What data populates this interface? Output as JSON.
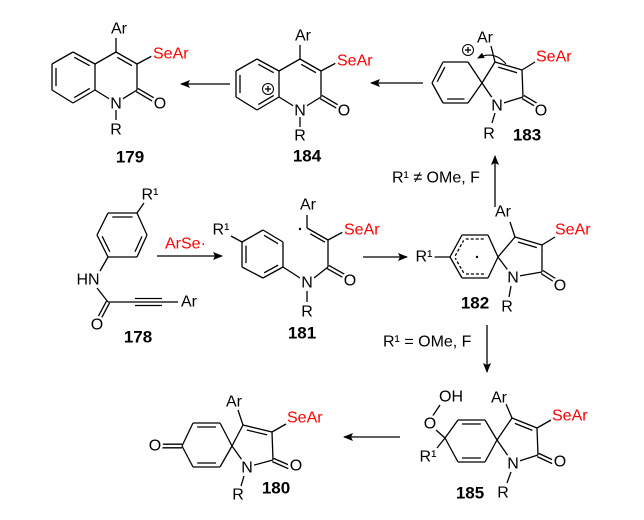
{
  "conditions": {
    "reagent": "ArSe·",
    "path_up": "R¹ ≠ OMe, F",
    "path_down": "R¹ = OMe, F"
  },
  "compounds": {
    "c178": {
      "number": "178",
      "r1": "R¹",
      "hn": "HN",
      "o": "O",
      "ar": "Ar"
    },
    "c181": {
      "number": "181",
      "r1": "R¹",
      "ar": "Ar",
      "sear": "SeAr",
      "n": "N",
      "o": "O",
      "r": "R"
    },
    "c182": {
      "number": "182",
      "r1": "R¹",
      "ar": "Ar",
      "sear": "SeAr",
      "n": "N",
      "o": "O",
      "r": "R"
    },
    "c183": {
      "number": "183",
      "ar": "Ar",
      "sear": "SeAr",
      "n": "N",
      "o": "O",
      "r": "R"
    },
    "c184": {
      "number": "184",
      "ar": "Ar",
      "sear": "SeAr",
      "n": "N",
      "o": "O",
      "r": "R"
    },
    "c179": {
      "number": "179",
      "ar": "Ar",
      "sear": "SeAr",
      "n": "N",
      "o": "O",
      "r": "R"
    },
    "c185": {
      "number": "185",
      "oh": "OH",
      "o_peroxide": "O",
      "r1": "R¹",
      "ar": "Ar",
      "sear": "SeAr",
      "n": "N",
      "o": "O",
      "r": "R"
    },
    "c180": {
      "number": "180",
      "o_ketone": "O",
      "ar": "Ar",
      "sear": "SeAr",
      "n": "N",
      "o": "O",
      "r": "R"
    }
  },
  "colors": {
    "selenium": "#ff0000",
    "ink": "#000000"
  }
}
